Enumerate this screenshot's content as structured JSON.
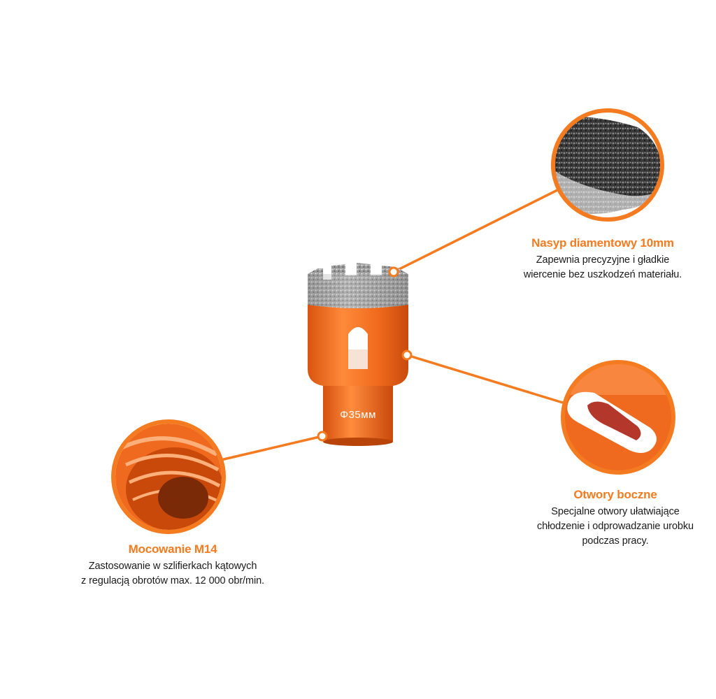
{
  "colors": {
    "accent": "#f47b20",
    "body_orange": "#ef6a1e",
    "text": "#1a1a1a",
    "background": "#ffffff"
  },
  "product": {
    "diameter_label": "Φ35мм"
  },
  "features": {
    "diamond": {
      "title": "Nasyp diamentowy 10mm",
      "desc": [
        "Zapewnia precyzyjne i gładkie",
        "wiercenie bez uszkodzeń materiału."
      ]
    },
    "holes": {
      "title": "Otwory boczne",
      "desc": [
        "Specjalne otwory ułatwiające",
        "chłodzenie i odprowadzanie urobku",
        "podczas pracy."
      ]
    },
    "mount": {
      "title": "Mocowanie M14",
      "desc": [
        "Zastosowanie w szlifierkach kątowych",
        "z regulacją obrotów max. 12 000 obr/min."
      ]
    }
  }
}
